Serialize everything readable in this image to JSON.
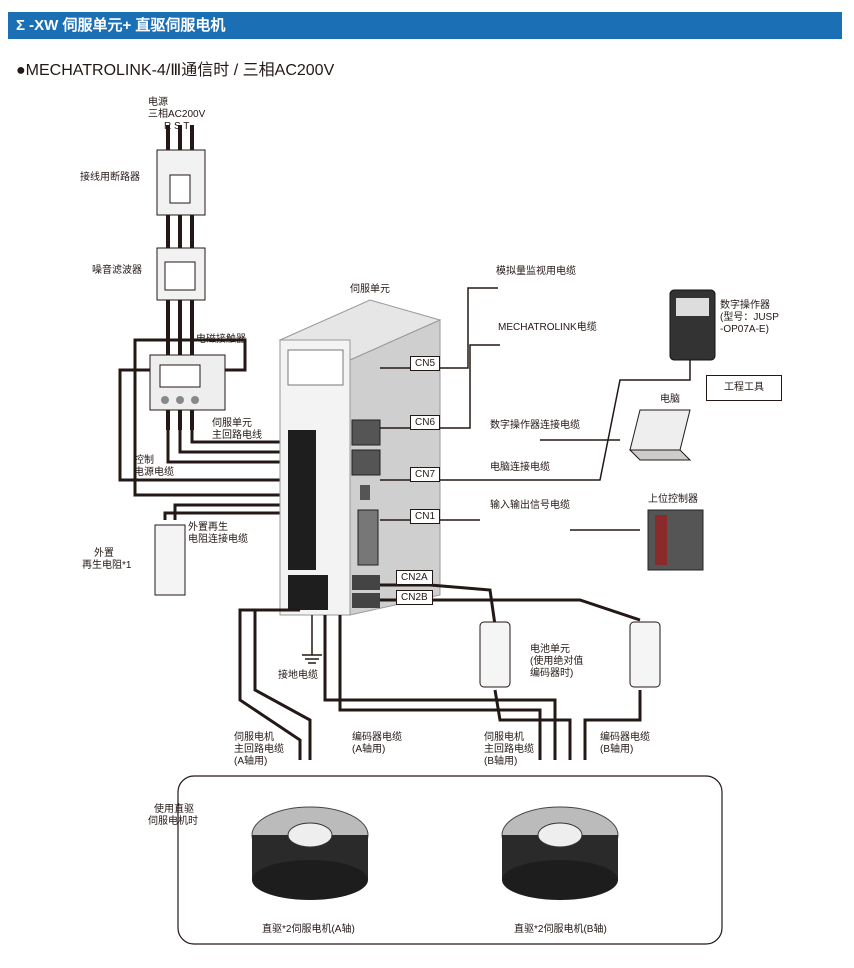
{
  "header": {
    "title": "Σ -XW 伺服单元+ 直驱伺服电机"
  },
  "subtitle": "●MECHATROLINK-4/Ⅲ通信时 / 三相AC200V",
  "power": {
    "line1": "电源",
    "line2": "三相AC200V",
    "phases": "R  S  T"
  },
  "labels": {
    "breaker": "接线用断路器",
    "noise_filter": "噪音滤波器",
    "contactor": "电磁接触器",
    "servo_unit": "伺服单元",
    "main_circuit_cable_1": "伺服单元",
    "main_circuit_cable_2": "主回路电线",
    "control_power_1": "控制",
    "control_power_2": "电源电缆",
    "regen_cable_1": "外置再生",
    "regen_cable_2": "电阻连接电缆",
    "regen_resistor_1": "外置",
    "regen_resistor_2": "再生电阻*1",
    "ground_cable": "接地电缆",
    "analog_monitor": "模拟量监视用电缆",
    "mechatrolink_cable": "MECHATROLINK电缆",
    "digital_operator_1": "数字操作器",
    "digital_operator_2": "(型号：JUSP",
    "digital_operator_3": "-OP07A-E)",
    "engineering_tool": "工程工具",
    "pc": "电脑",
    "digital_operator_cable": "数字操作器连接电缆",
    "pc_cable": "电脑连接电缆",
    "io_cable": "输入输出信号电缆",
    "host_controller": "上位控制器",
    "battery_1": "电池单元",
    "battery_2": "(使用绝对值",
    "battery_3": "编码器时)",
    "motor_cable_a_1": "伺服电机",
    "motor_cable_a_2": "主回路电缆",
    "motor_cable_a_3": "(A轴用)",
    "encoder_cable_a_1": "编码器电缆",
    "encoder_cable_a_2": "(A轴用)",
    "motor_cable_b_1": "伺服电机",
    "motor_cable_b_2": "主回路电缆",
    "motor_cable_b_3": "(B轴用)",
    "encoder_cable_b_1": "编码器电缆",
    "encoder_cable_b_2": "(B轴用)",
    "direct_drive_1": "使用直驱",
    "direct_drive_2": "伺服电机时",
    "motor_a": "直驱*2伺服电机(A轴)",
    "motor_b": "直驱*2伺服电机(B轴)"
  },
  "ports": {
    "cn5": "CN5",
    "cn6": "CN6",
    "cn7": "CN7",
    "cn1": "CN1",
    "cn2a": "CN2A",
    "cn2b": "CN2B"
  }
}
